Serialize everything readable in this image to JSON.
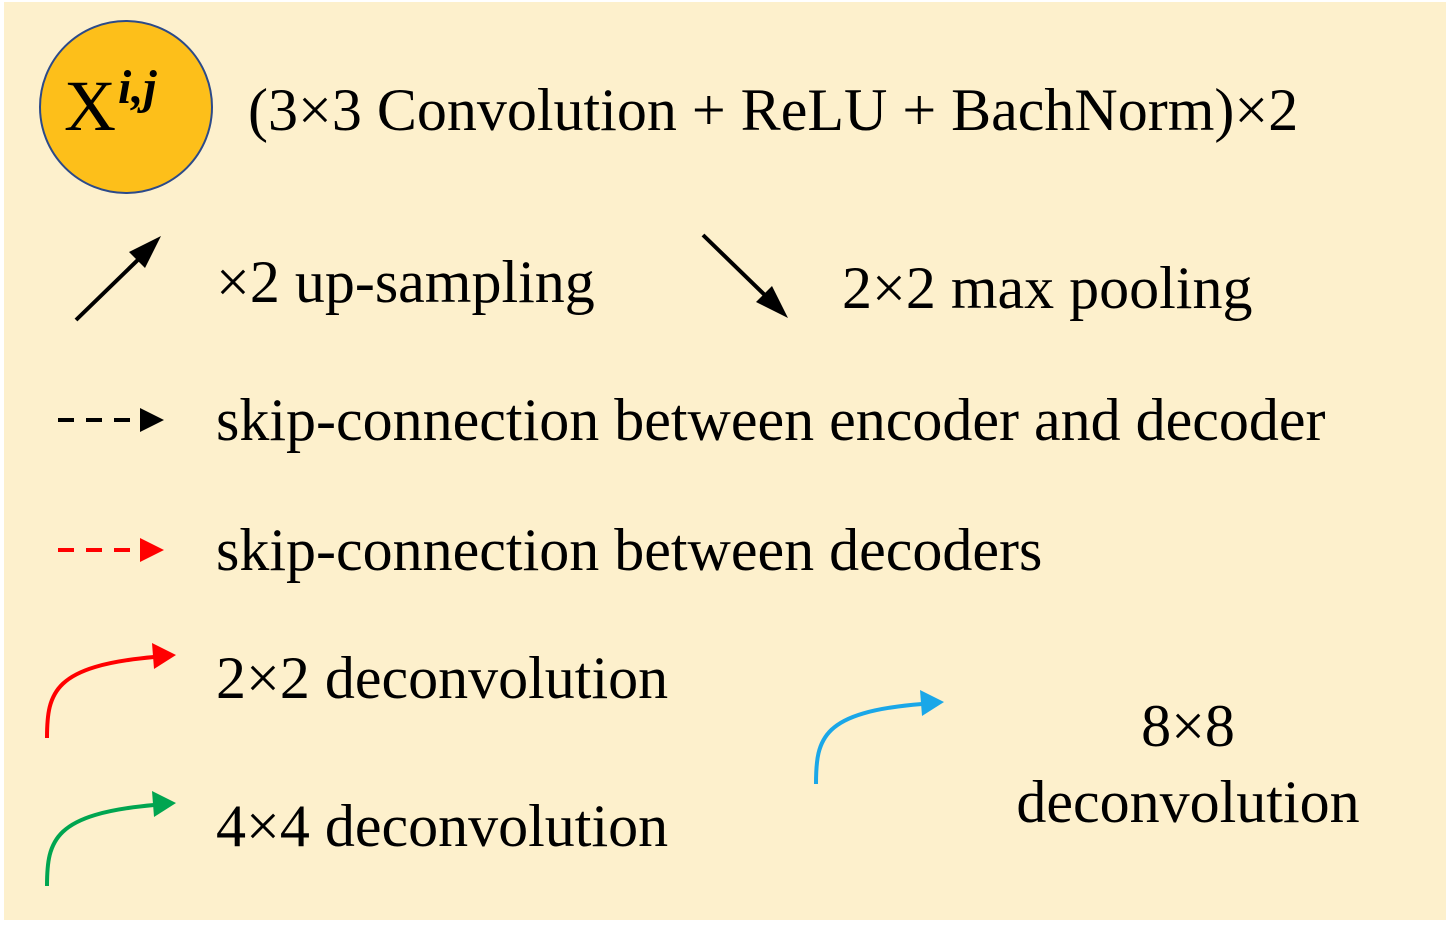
{
  "legend": {
    "background_color": "#fdf0cc",
    "node": {
      "symbol_base": "X",
      "symbol_sup": "i,j",
      "fill_color": "#fdbf1a",
      "description": "(3×3 Convolution + ReLU + BachNorm)×2"
    },
    "items": {
      "up_sampling": {
        "label": "×2 up-sampling",
        "color": "#000000"
      },
      "max_pooling": {
        "label": "2×2 max pooling",
        "color": "#000000"
      },
      "skip_enc_dec": {
        "label": "skip-connection between encoder and decoder",
        "color": "#000000"
      },
      "skip_dec": {
        "label": "skip-connection between decoders",
        "color": "#ff0000"
      },
      "deconv_2x2": {
        "label": "2×2 deconvolution",
        "color": "#ff0000"
      },
      "deconv_4x4": {
        "label": "4×4 deconvolution",
        "color": "#00a550"
      },
      "deconv_8x8": {
        "label_line1": "8×8",
        "label_line2": "deconvolution",
        "color": "#1aa7e8"
      }
    }
  }
}
